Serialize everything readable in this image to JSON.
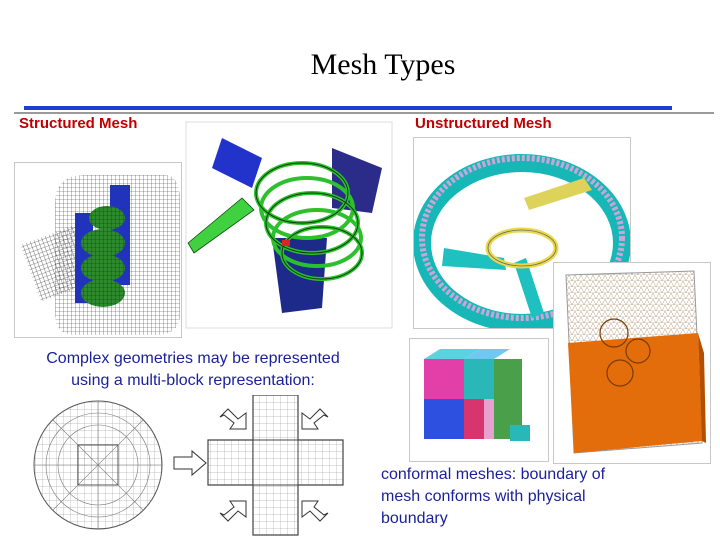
{
  "title": "Mesh Types",
  "headings": {
    "structured": "Structured Mesh",
    "unstructured": "Unstructured Mesh"
  },
  "captions": {
    "multiblock_line1": "Complex geometries may be represented",
    "multiblock_line2": "using a multi-block representation:",
    "conformal_line1": "conformal meshes: boundary of",
    "conformal_line2": "mesh conforms with physical",
    "conformal_line3": "boundary"
  },
  "colors": {
    "title_rule": "#1f3ecf",
    "heading_red": "#c00000",
    "caption_blue": "#1a1f9a"
  }
}
